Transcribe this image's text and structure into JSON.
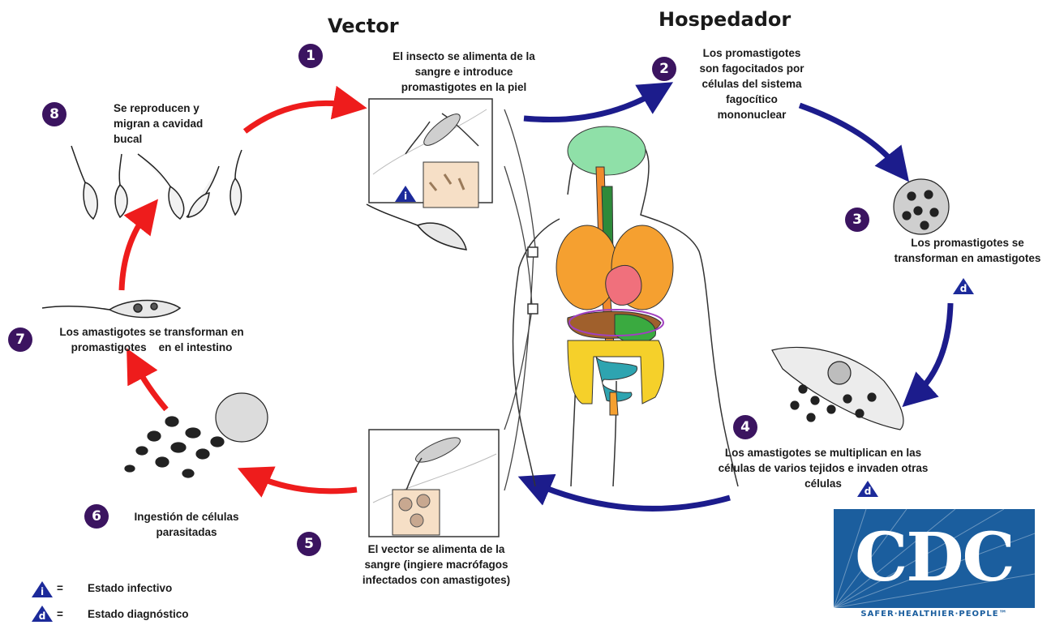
{
  "headings": {
    "vector": "Vector",
    "host": "Hospedador"
  },
  "steps": [
    {
      "number": "1",
      "text": [
        "El insecto se alimenta de la",
        "sangre e introduce",
        "promastigotes en la piel"
      ]
    },
    {
      "number": "2",
      "text": [
        "Los promastigotes",
        "son fagocitados por",
        "células del sistema",
        "fagocítico",
        "mononuclear"
      ]
    },
    {
      "number": "3",
      "text": [
        "Los promastigotes se",
        "transforman en amastigotes"
      ]
    },
    {
      "number": "4",
      "text": [
        "Los amastigotes se multiplican en las",
        "células de varios tejidos e invaden otras",
        "células"
      ]
    },
    {
      "number": "5",
      "text": [
        "El vector se alimenta de la",
        "sangre (ingiere macrófagos",
        "infectados con amastigotes)"
      ]
    },
    {
      "number": "6",
      "text": [
        "Ingestión de células",
        "parasitadas"
      ]
    },
    {
      "number": "7",
      "text": [
        "Los amastigotes se transforman en",
        "promastigotes    en el intestino"
      ]
    },
    {
      "number": "8",
      "text": [
        "Se reproducen y",
        "migran a cavidad",
        "bucal"
      ]
    }
  ],
  "stage_markers": {
    "infective_letter": "i",
    "diagnostic_letter": "d"
  },
  "legend": {
    "infective_label": "Estado infectivo",
    "diagnostic_label": "Estado diagnóstico",
    "separator": "="
  },
  "logo": {
    "name": "CDC",
    "tagline": "SAFER·HEALTHIER·PEOPLE™"
  },
  "colors": {
    "vector_arrows": "#ee1c1c",
    "host_arrows": "#1c1c8c",
    "step_badge": "#3b1460",
    "marker_triangle": "#1c2a9a",
    "cdc_blue": "#1b5e9e"
  }
}
